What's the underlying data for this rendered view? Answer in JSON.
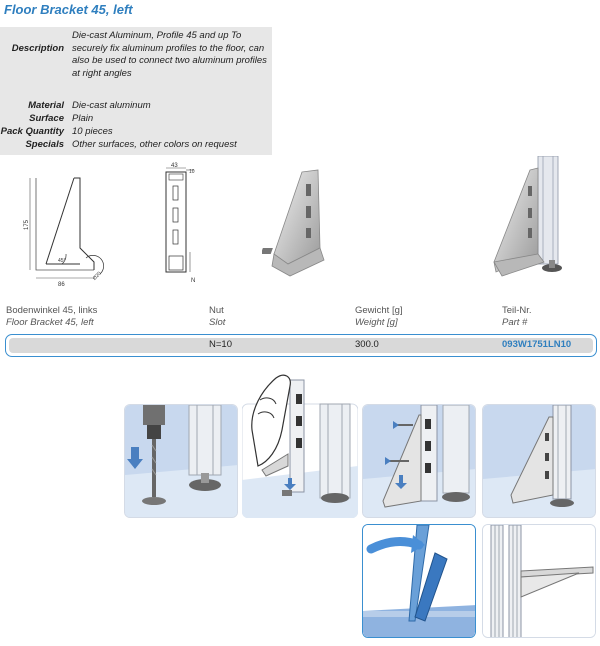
{
  "product": {
    "title": "Floor Bracket 45, left"
  },
  "specs": [
    {
      "label": "Description",
      "value": "Die-cast Aluminum, Profile 45 and up To securely fix aluminum profiles to the floor, can also be used to connect two aluminum profiles at right angles"
    },
    {
      "label": "Material",
      "value": "Die-cast aluminum"
    },
    {
      "label": "Surface",
      "value": "Plain"
    },
    {
      "label": "Pack Quantity",
      "value": "10 pieces"
    },
    {
      "label": "Specials",
      "value": "Other surfaces, other colors on request"
    }
  ],
  "drawing": {
    "dim_height": "175",
    "dim_width": "86",
    "dim_angle": "45°",
    "dim_hole": "Ø20",
    "dim_top": "43",
    "dim_side": "10",
    "dim_slot": "N"
  },
  "table": {
    "headers": [
      {
        "de": "Bodenwinkel 45, links",
        "en": "Floor Bracket 45, left"
      },
      {
        "de": "Nut",
        "en": "Slot"
      },
      {
        "de": "Gewicht [g]",
        "en": "Weight [g]"
      },
      {
        "de": "Teil-Nr.",
        "en": "Part #"
      }
    ],
    "row": {
      "slot": "N=10",
      "weight": "300.0",
      "part": "093W1751LN10"
    }
  },
  "colors": {
    "accent": "#2f7fbf",
    "spec_bg": "#e7e7e7",
    "row_bg": "#d9d9d9",
    "panel_blue": "#c8d8ee"
  }
}
